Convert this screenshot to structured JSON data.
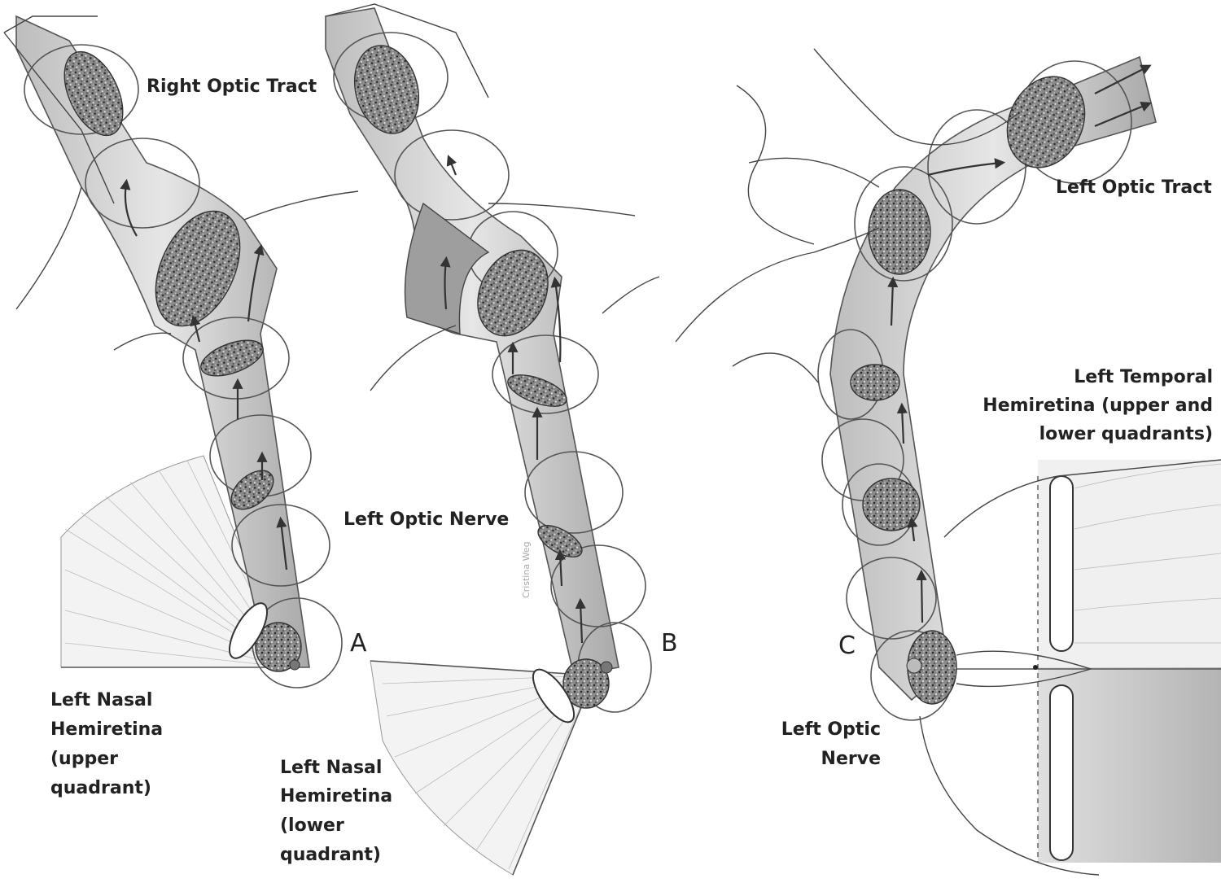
{
  "labels": {
    "right_optic_tract": "Right Optic Tract",
    "left_optic_nerve_b": "Left Optic Nerve",
    "left_optic_tract": "Left Optic Tract",
    "left_temporal_1": "Left Temporal",
    "left_temporal_2": "Hemiretina (upper and",
    "left_temporal_3": "lower quadrants)",
    "left_nasal_upper_1": "Left Nasal",
    "left_nasal_upper_2": "Hemiretina",
    "left_nasal_upper_3": "(upper",
    "left_nasal_upper_4": "quadrant)",
    "left_nasal_lower_1": "Left Nasal",
    "left_nasal_lower_2": "Hemiretina",
    "left_nasal_lower_3": "(lower",
    "left_nasal_lower_4": "quadrant)",
    "left_optic_nerve_c_1": "Left Optic",
    "left_optic_nerve_c_2": "Nerve"
  },
  "panels": {
    "a": "A",
    "b": "B",
    "c": "C"
  },
  "signature": "Cristina Weg"
}
